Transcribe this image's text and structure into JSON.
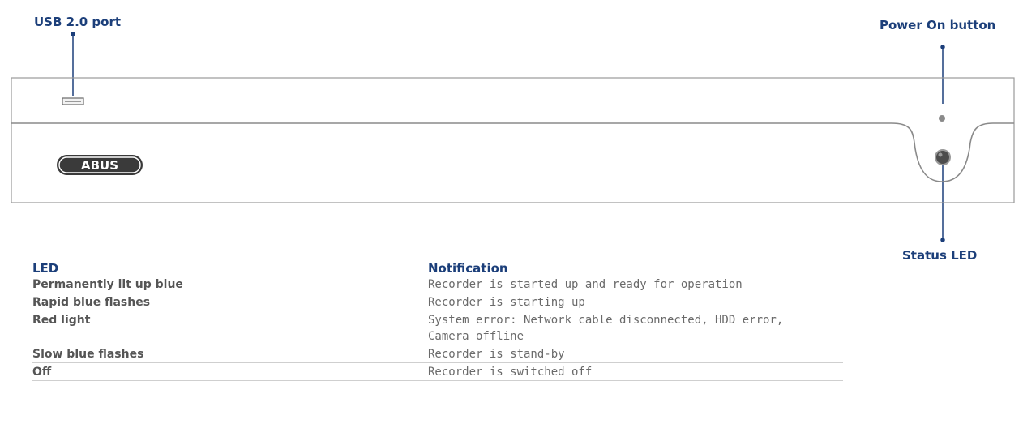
{
  "callouts": {
    "usb": "USB 2.0 port",
    "power": "Power On button",
    "status": "Status LED"
  },
  "device": {
    "logo": "ABUS"
  },
  "table": {
    "headers": {
      "led": "LED",
      "notification": "Notification"
    },
    "rows": [
      {
        "led": "Permanently lit up blue",
        "notification": [
          "Recorder is started up and ready for operation"
        ]
      },
      {
        "led": "Rapid blue flashes",
        "notification": [
          "Recorder is starting up"
        ]
      },
      {
        "led": "Red light",
        "notification": [
          "System error: Network cable disconnected, HDD error,",
          "Camera offline"
        ]
      },
      {
        "led": "Slow blue flashes",
        "notification": [
          "Recorder is stand-by"
        ]
      },
      {
        "led": "Off",
        "notification": [
          "Recorder is switched off"
        ]
      }
    ]
  },
  "colors": {
    "label_blue": "#1c3f7a",
    "device_outline": "#9a9a9a"
  }
}
